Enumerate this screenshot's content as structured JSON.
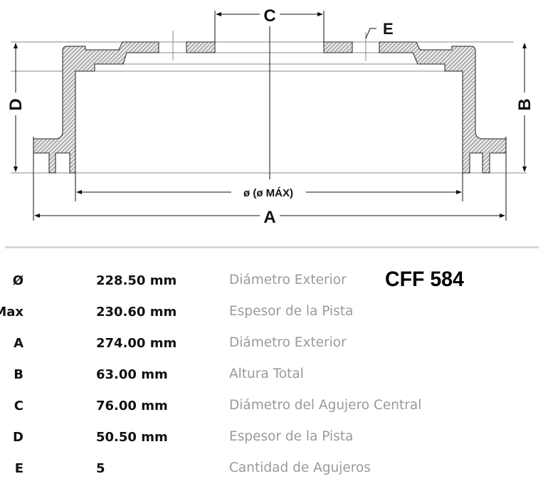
{
  "drawing": {
    "labels": {
      "a": "A",
      "b": "B",
      "c": "C",
      "d": "D",
      "e": "E",
      "inner_diameter": "ø (ø MÁX)"
    },
    "hatch_color": "#555555"
  },
  "product_code": "CFF 584",
  "specs": [
    {
      "label": "Ø",
      "value": "228.50 mm",
      "description": "Diámetro Exterior"
    },
    {
      "label": "Ø Max",
      "value": "230.60 mm",
      "description": "Espesor de la Pista"
    },
    {
      "label": "A",
      "value": "274.00 mm",
      "description": "Diámetro Exterior"
    },
    {
      "label": "B",
      "value": "63.00 mm",
      "description": "Altura Total"
    },
    {
      "label": "C",
      "value": "76.00 mm",
      "description": "Diámetro del Agujero Central"
    },
    {
      "label": "D",
      "value": "50.50 mm",
      "description": "Espesor de la Pista"
    },
    {
      "label": "E",
      "value": "5",
      "description": "Cantidad de Agujeros"
    }
  ]
}
